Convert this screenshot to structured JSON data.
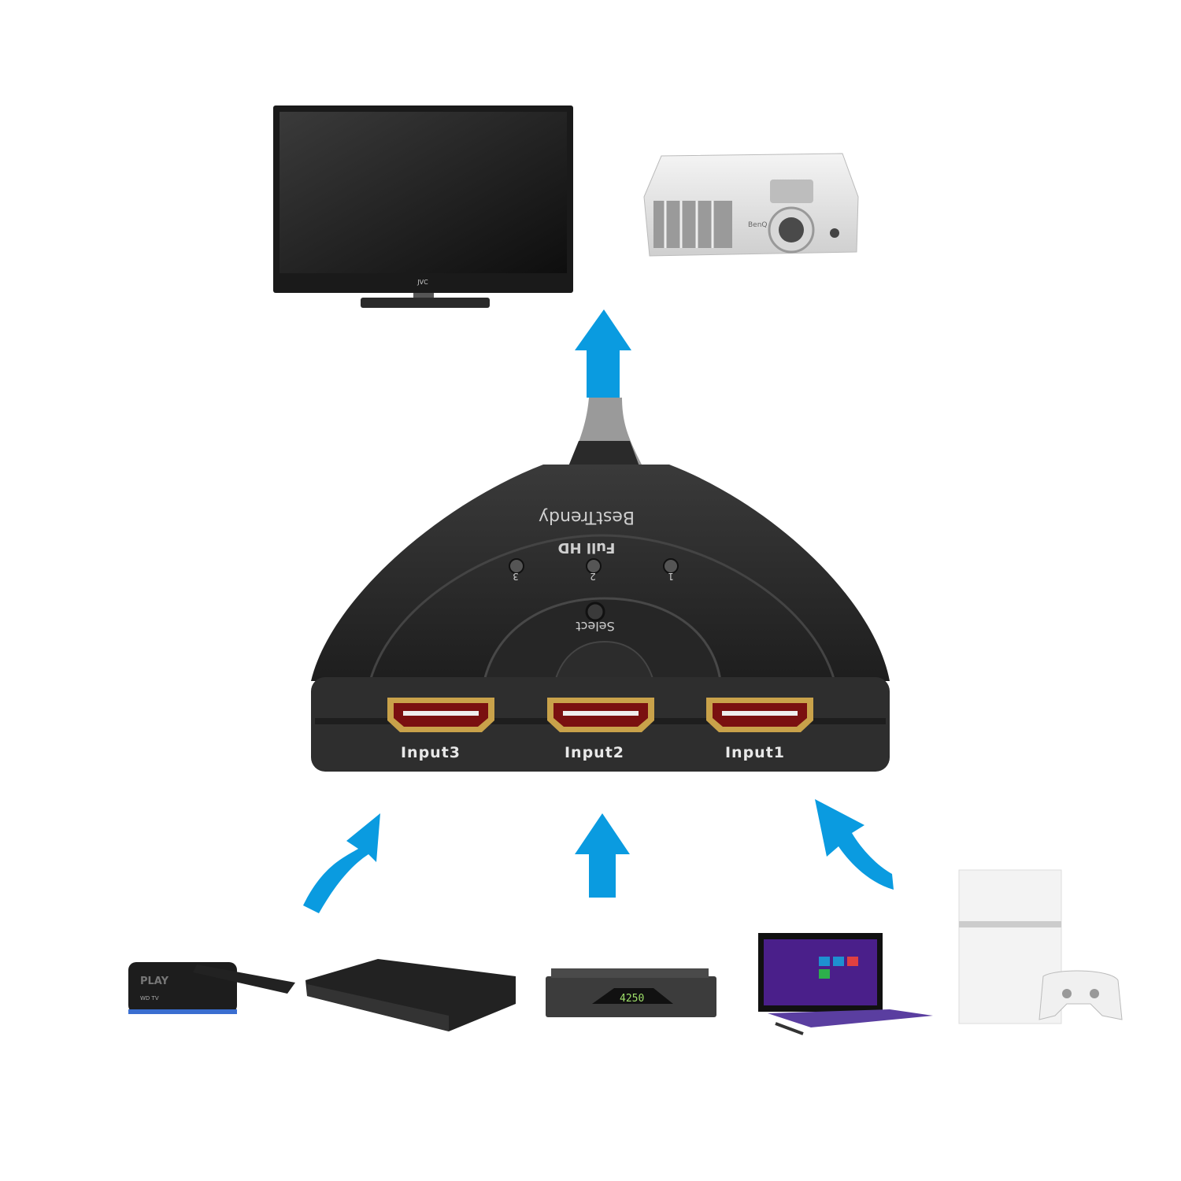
{
  "display_devices": {
    "tv": {
      "brand": "JVC"
    },
    "projector": {
      "brand": "BenQ"
    }
  },
  "switch": {
    "brand": "BestTrendy",
    "badge": "Full HD",
    "leds": [
      "3",
      "2",
      "1"
    ],
    "select_label": "Select",
    "ports": [
      "Input3",
      "Input2",
      "Input1"
    ]
  },
  "source_devices": {
    "media_player": {
      "brand": "PLAY",
      "sub": "WD TV"
    },
    "cable_box": {
      "display": "4250"
    }
  },
  "colors": {
    "arrow": "#0a9be0",
    "switch_body": "#2b2b2b",
    "port_gold": "#c9a24a"
  }
}
